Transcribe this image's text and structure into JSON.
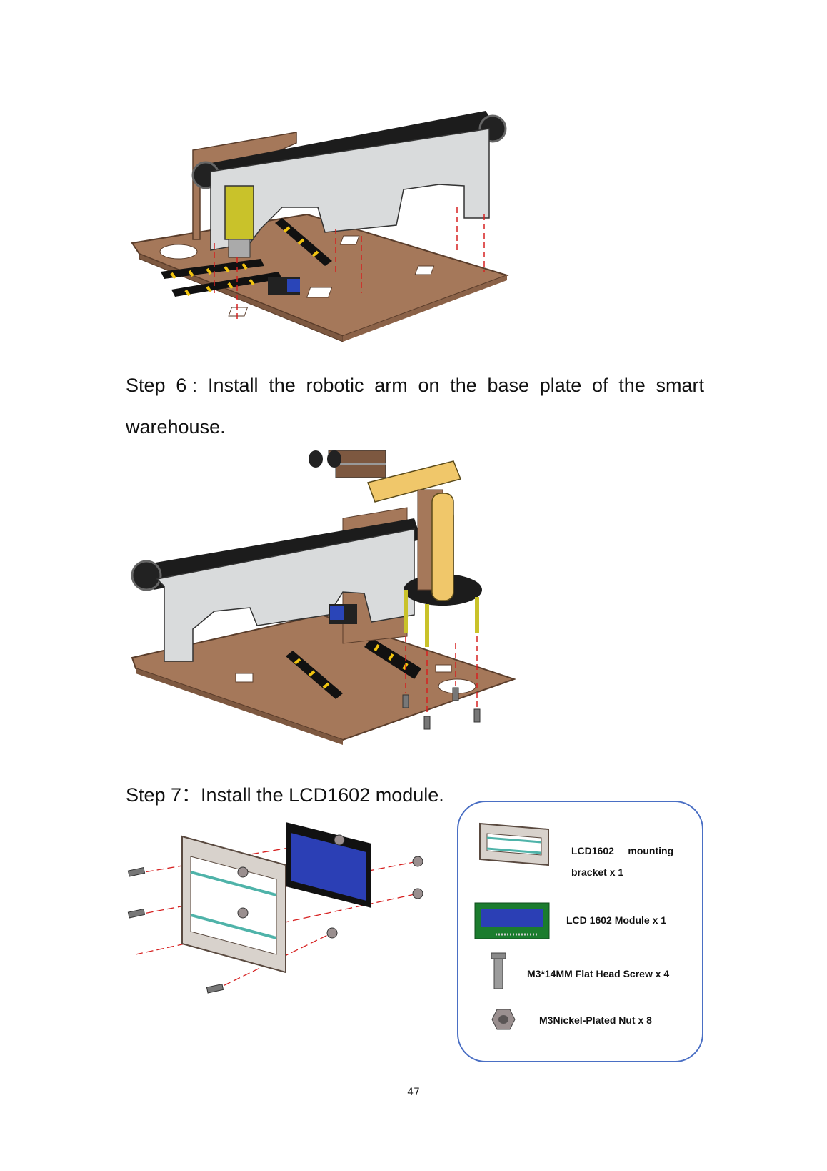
{
  "step6": {
    "line1_words": [
      "Step",
      "6 :",
      "Install",
      "the",
      "robotic",
      "arm",
      "on",
      "the",
      "base",
      "plate",
      "of",
      "the",
      "smart"
    ],
    "line2": "warehouse."
  },
  "step7": {
    "text": "Step 7：Install the LCD1602 module."
  },
  "parts": [
    {
      "label_line1": "LCD1602     mounting",
      "label_line2": "bracket x 1",
      "icon": "lcd-bracket-icon"
    },
    {
      "label": "LCD 1602 Module x 1",
      "icon": "lcd-module-icon"
    },
    {
      "label": "M3*14MM Flat Head Screw x 4",
      "icon": "screw-icon"
    },
    {
      "label": "M3Nickel-Plated Nut x 8",
      "icon": "nut-icon"
    }
  ],
  "colors": {
    "wood": "#a5785a",
    "acrylic": "#d9dbdc",
    "belt": "#1c1c1c",
    "motor": "#c9c22a",
    "lcd_blue": "#2b3fb5",
    "guide_line": "#d62020",
    "parts_border": "#4a6fc4"
  },
  "page_number": "47"
}
